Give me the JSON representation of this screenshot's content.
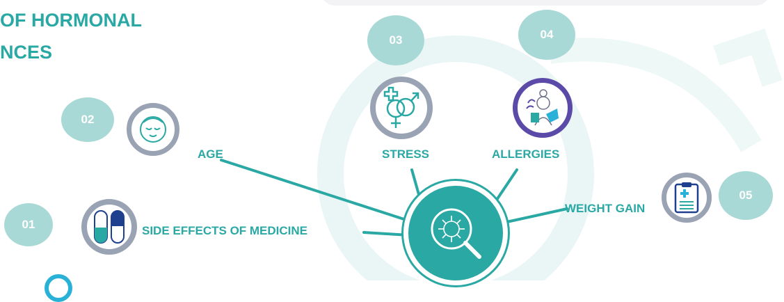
{
  "title": {
    "line1": "OF HORMONAL",
    "line2": "NCES"
  },
  "colors": {
    "teal": "#2aa8a4",
    "blob": "#a9d9d6",
    "ring_gray": "#9aa3b4",
    "purple": "#5b4aa7",
    "navy": "#1f3f8f",
    "bg_arc": "#e8f6f5"
  },
  "causes": [
    {
      "number": "01",
      "label": "SIDE EFFECTS OF MEDICINE",
      "icon": "pill-capsules-icon"
    },
    {
      "number": "02",
      "label": "AGE",
      "icon": "face-profile-icon"
    },
    {
      "number": "03",
      "label": "STRESS",
      "icon": "gender-symbols-icon"
    },
    {
      "number": "04",
      "label": "ALLERGIES",
      "icon": "woman-with-flowers-icon"
    },
    {
      "number": "05",
      "label": "WEIGHT GAIN",
      "icon": "medical-clipboard-icon"
    }
  ],
  "center": {
    "icon": "virus-magnifier-icon"
  }
}
